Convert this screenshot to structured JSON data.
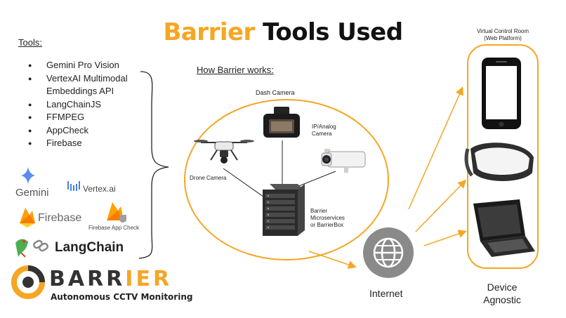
{
  "title": {
    "accent": "Barrier",
    "rest": "Tools Used"
  },
  "tools": {
    "heading": "Tools:",
    "items": [
      "Gemini Pro Vision",
      "VertexAI Multimodal Embeddings API",
      "LangChainJS",
      "FFMPEG",
      "AppCheck",
      "Firebase"
    ]
  },
  "logos": {
    "gemini": "Gemini",
    "vertex": "Vertex.ai",
    "firebase": "Firebase",
    "appcheck": "Firebase App Check",
    "langchain": "LangChain"
  },
  "brand": {
    "name_part1": "BARR",
    "name_part2": "IER",
    "tagline": "Autonomous CCTV Monitoring"
  },
  "how": {
    "heading": "How Barrier works:",
    "dash_camera": "Dash Camera",
    "ip_camera_line1": "IP/Analog",
    "ip_camera_line2": "Camera",
    "drone_camera": "Drone Camera",
    "server_line1": "Barrier",
    "server_line2": "Microservices",
    "server_line3": "or BarrierBox",
    "internet": "Internet"
  },
  "control_room": {
    "title_line1": "Virtual Control Room",
    "title_line2": "(Web Platform)",
    "footer_line1": "Device",
    "footer_line2": "Agnostic"
  },
  "icons": [
    "drone-icon",
    "dash-camera-icon",
    "bullet-camera-icon",
    "server-rack-icon",
    "globe-icon",
    "smartphone-icon",
    "vr-headset-icon",
    "laptop-icon"
  ],
  "colors": {
    "accent": "#f5a623",
    "line": "#222222",
    "globe": "#8a8a8a"
  }
}
